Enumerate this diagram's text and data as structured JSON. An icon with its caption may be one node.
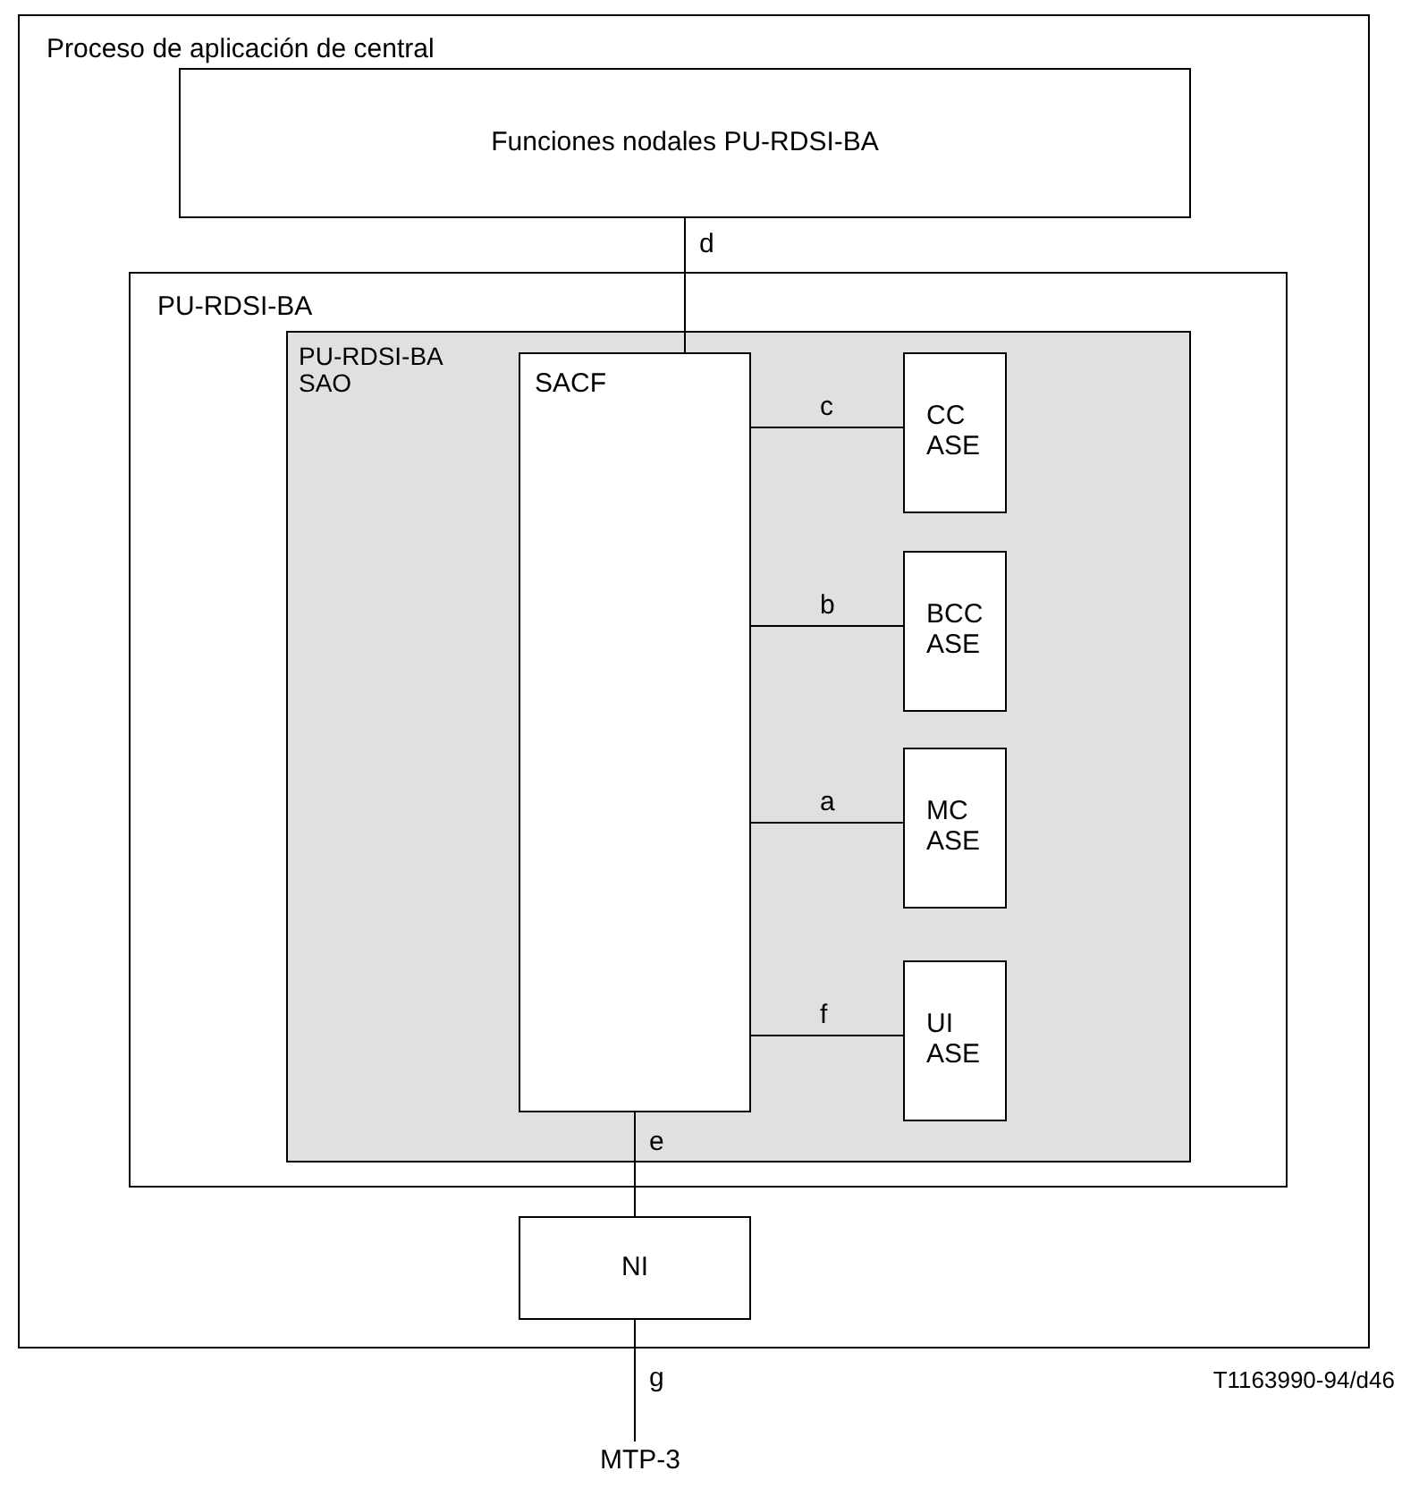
{
  "diagram": {
    "nodes": [
      {
        "text": [
          "Proceso de aplicación de central"
        ]
      },
      {
        "text": [
          "Funciones nodales PU-RDSI-BA"
        ],
        "in": 0
      },
      {
        "text": [
          "PU-RDSI-BA"
        ],
        "in": 0
      },
      {
        "text": [
          "PU-RDSI-BA SAO"
        ],
        "in": 2
      },
      {
        "text": [
          "SACF"
        ],
        "in": 3
      },
      {
        "text": [
          "CC ASE"
        ],
        "in": 3
      },
      {
        "text": [
          "BCC ASE"
        ],
        "in": 3
      },
      {
        "text": [
          "MC ASE"
        ],
        "in": 3
      },
      {
        "text": [
          "UI ASE"
        ],
        "in": 3
      },
      {
        "text": [
          "NI"
        ],
        "in": 0
      },
      {
        "text": [
          "MTP-3"
        ]
      }
    ],
    "edges": [
      {
        "from": 1,
        "to": 4,
        "arrow": "none",
        "label": "d"
      },
      {
        "from": 4,
        "to": 5,
        "arrow": "none",
        "label": "c"
      },
      {
        "from": 4,
        "to": 6,
        "arrow": "none",
        "label": "b"
      },
      {
        "from": 4,
        "to": 7,
        "arrow": "none",
        "label": "a"
      },
      {
        "from": 4,
        "to": 8,
        "arrow": "none",
        "label": "f"
      },
      {
        "from": 4,
        "to": 9,
        "arrow": "none",
        "label": "e"
      },
      {
        "from": 9,
        "to": 10,
        "arrow": "none",
        "label": "g"
      }
    ],
    "labels": [
      "T1163990-94/d46"
    ]
  }
}
